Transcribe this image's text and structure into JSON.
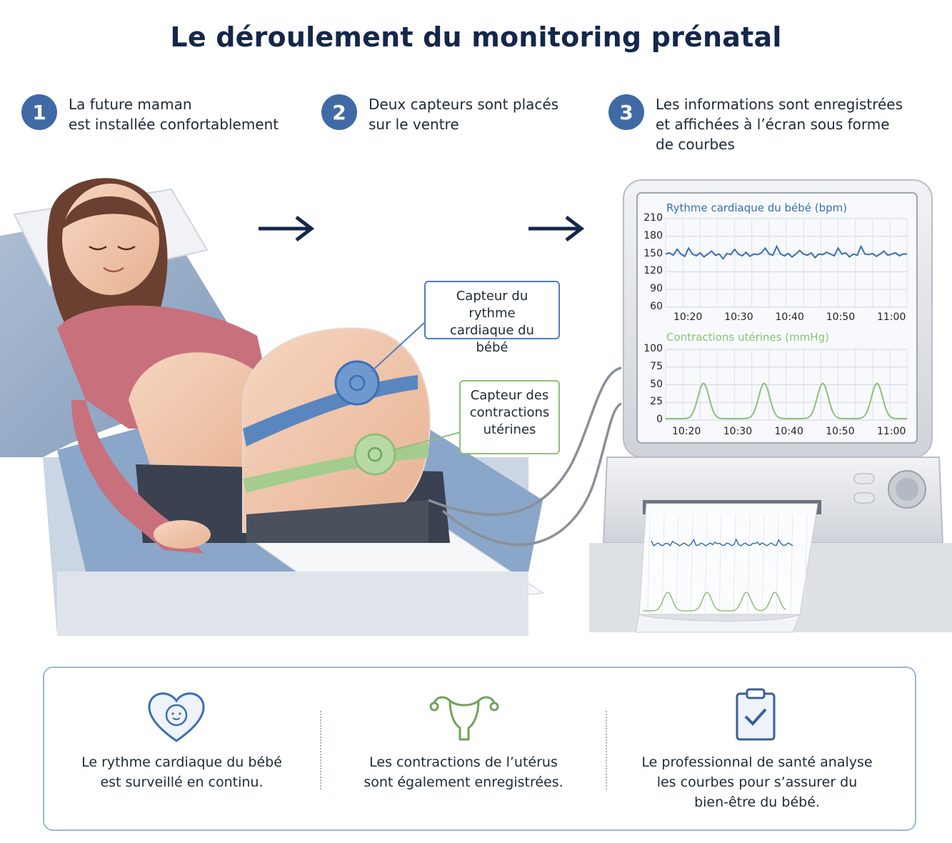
{
  "title": "Le déroulement du monitoring prénatal",
  "steps": [
    {
      "number": "1",
      "line1": "La future maman",
      "line2": "est installée confortablement",
      "line3": ""
    },
    {
      "number": "2",
      "line1": "Deux capteurs sont placés",
      "line2": "sur le ventre",
      "line3": ""
    },
    {
      "number": "3",
      "line1": "Les informations sont enregistrées",
      "line2": "et affichées à l’écran sous forme",
      "line3": "de courbes"
    }
  ],
  "labels": {
    "heart_sensor_line1": "Capteur du rythme",
    "heart_sensor_line2": "cardiaque du bébé",
    "contraction_sensor_line1": "Capteur des",
    "contraction_sensor_line2": "contractions",
    "contraction_sensor_line3": "utérines"
  },
  "chart_data": [
    {
      "type": "line",
      "title": "Rythme cardiaque du bébé (bpm)",
      "x_ticks": [
        "10:20",
        "10:30",
        "10:40",
        "10:50",
        "11:00"
      ],
      "y_ticks": [
        210,
        180,
        150,
        120,
        90,
        60
      ],
      "ylim": [
        60,
        210
      ],
      "series": [
        {
          "color": "#3b6fb3",
          "values": [
            150,
            152,
            148,
            158,
            150,
            146,
            160,
            150,
            147,
            152,
            145,
            150,
            155,
            148,
            150,
            142,
            151,
            149,
            158,
            150,
            147,
            153,
            146,
            150,
            149,
            152,
            160,
            150,
            148,
            163,
            150,
            147,
            151,
            145,
            150,
            156,
            150,
            148,
            152,
            144,
            150,
            149,
            153,
            150,
            147,
            160,
            150,
            152,
            145,
            150,
            148,
            163,
            150,
            149,
            151,
            146,
            150,
            155,
            148,
            150,
            152,
            147,
            150,
            150
          ]
        }
      ],
      "grid": true
    },
    {
      "type": "line",
      "title": "Contractions utérines (mmHg)",
      "x_ticks": [
        "10:20",
        "10:30",
        "10:40",
        "10:50",
        "11:00"
      ],
      "y_ticks": [
        100,
        75,
        50,
        25,
        0
      ],
      "ylim": [
        0,
        100
      ],
      "series": [
        {
          "color": "#8fbf7a",
          "peaks": [
            50,
            50,
            50,
            50
          ],
          "baseline": 2
        }
      ],
      "grid": true
    }
  ],
  "bottom": [
    {
      "icon": "heart-baby-icon",
      "line1": "Le rythme cardiaque du bébé",
      "line2": "est surveillé en continu.",
      "line3": ""
    },
    {
      "icon": "uterus-icon",
      "line1": "Les contractions de l’utérus",
      "line2": "sont également enregistrées.",
      "line3": ""
    },
    {
      "icon": "clipboard-check-icon",
      "line1": "Le professionnal de santé analyse",
      "line2": "les courbes pour s’assurer du",
      "line3": "bien-être du bébé."
    }
  ],
  "colors": {
    "navy": "#14274a",
    "step_blue": "#3f6aa6",
    "hr_blue": "#3b6fb3",
    "contraction_green": "#8fbf7a",
    "panel_border": "#9fb6d6"
  }
}
